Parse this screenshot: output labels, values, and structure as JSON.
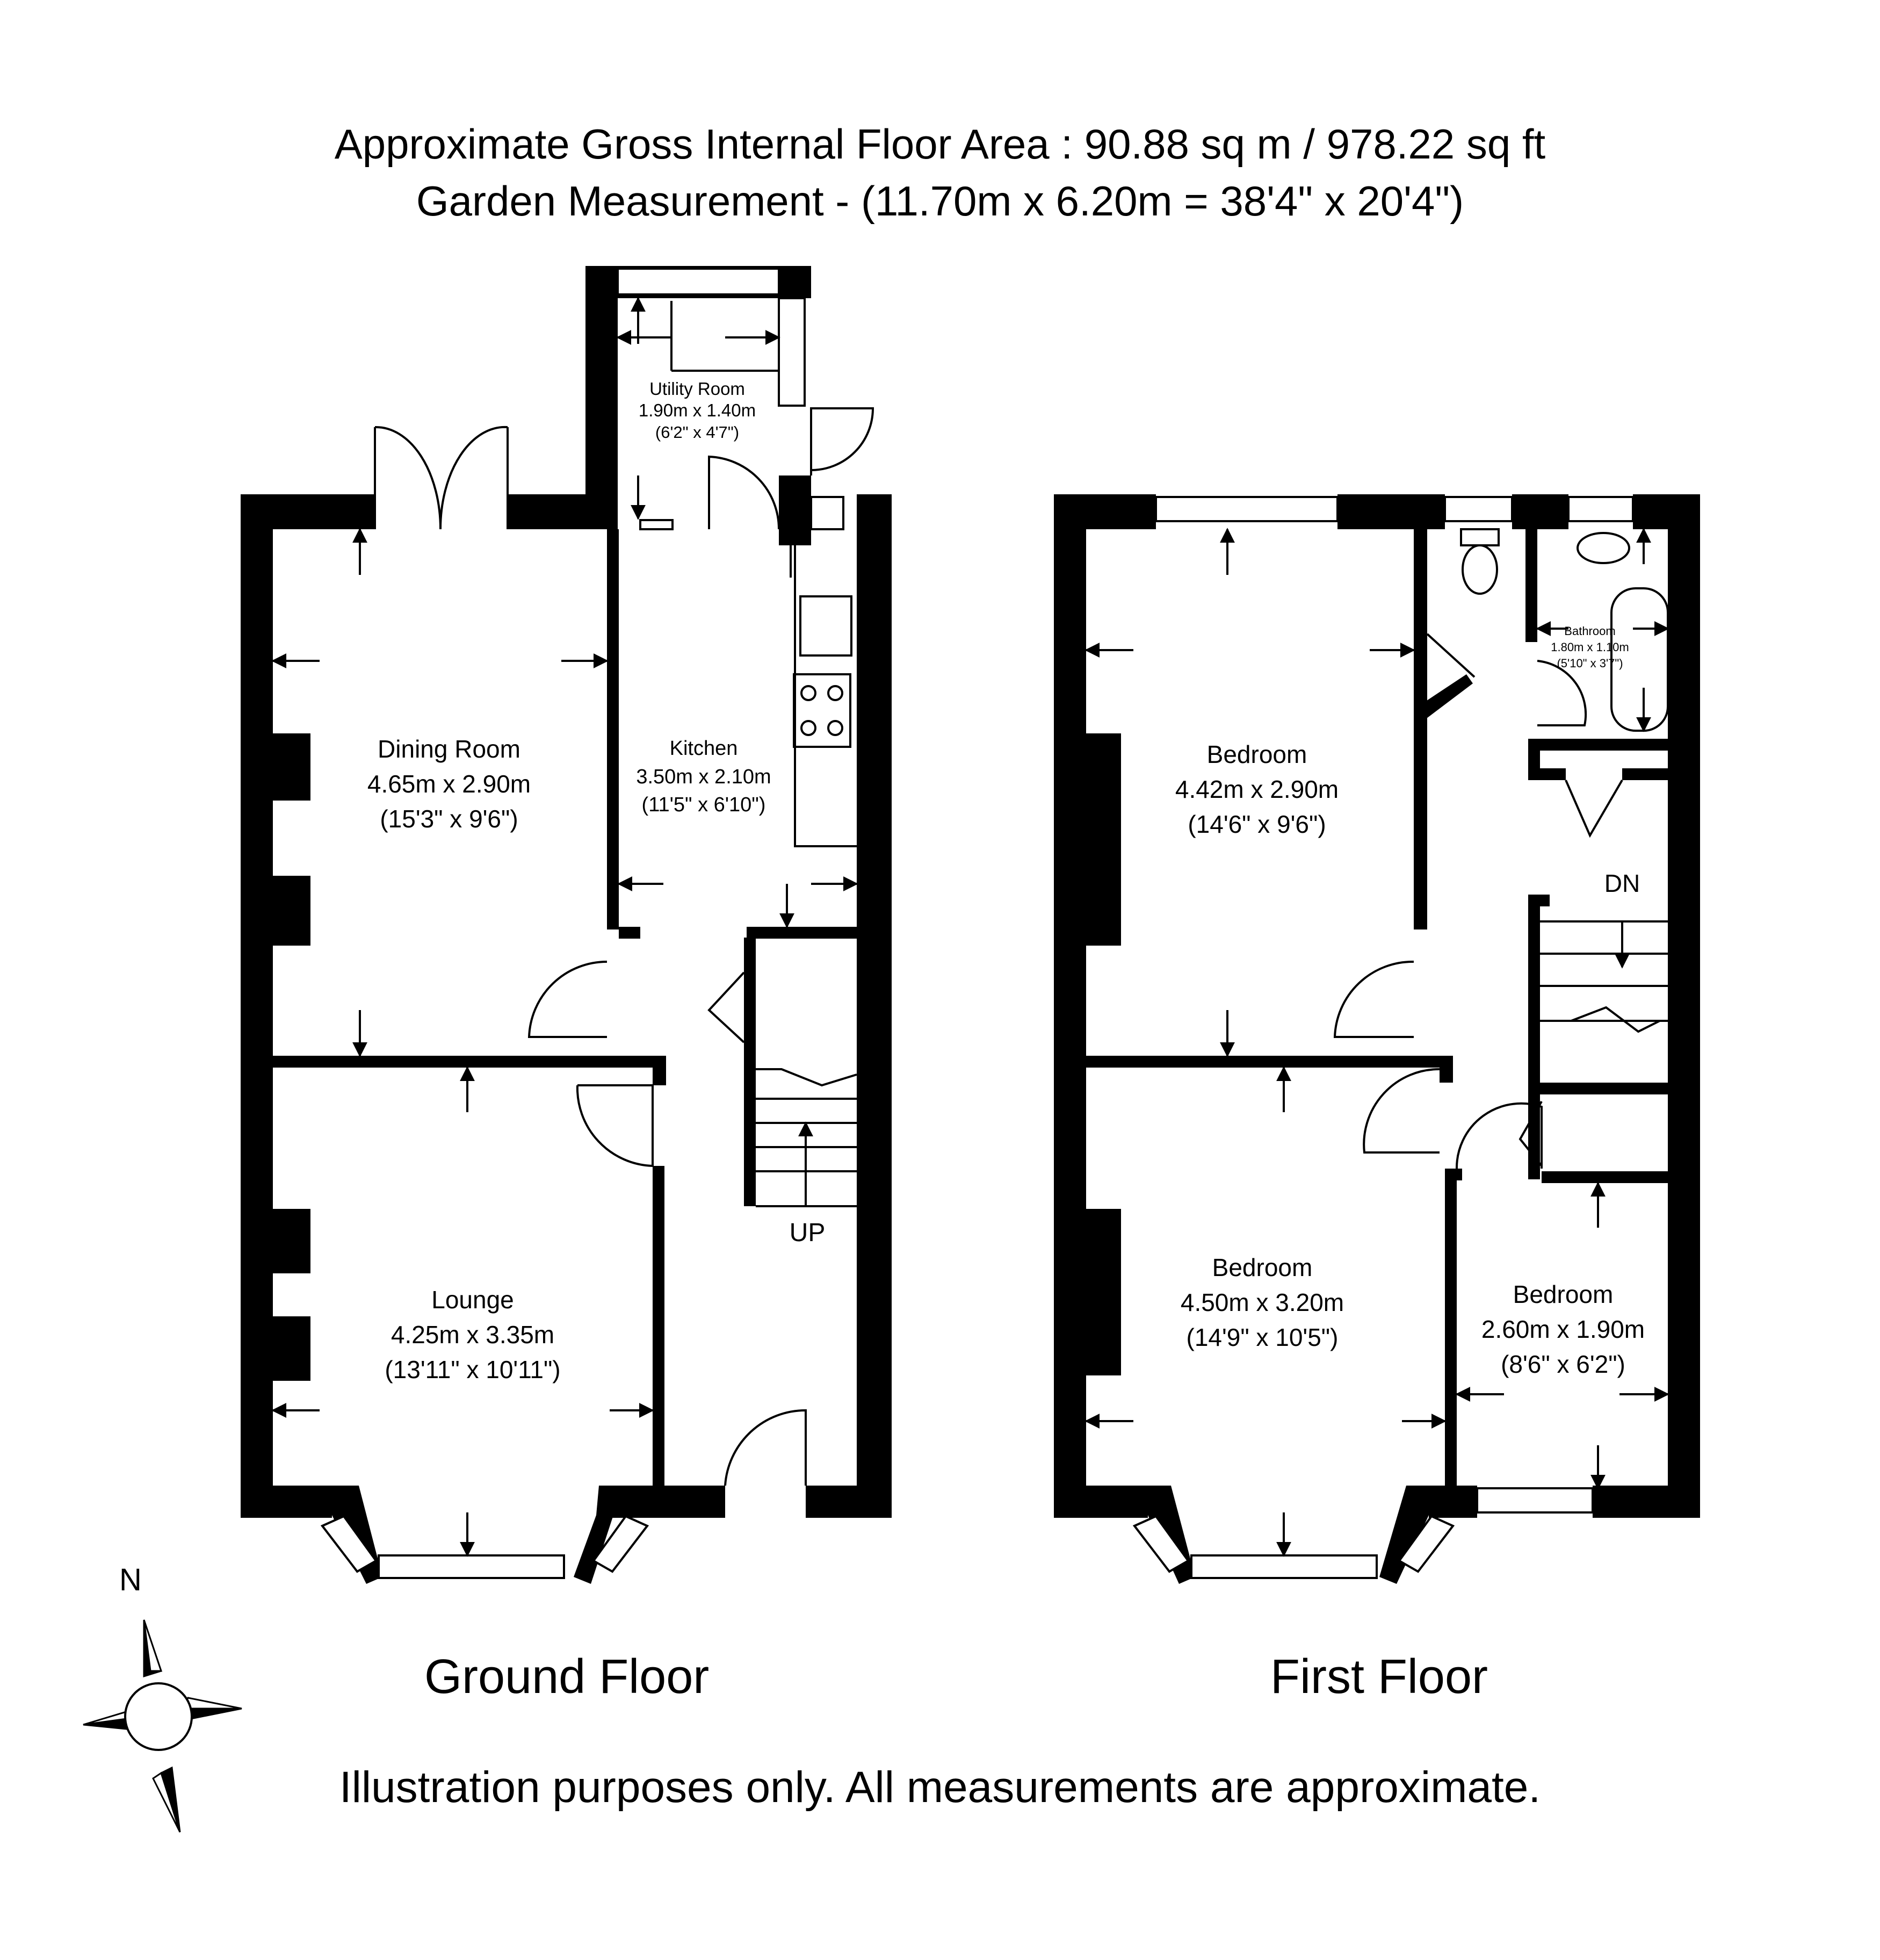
{
  "header": {
    "line1": "Approximate Gross Internal Floor Area : 90.88 sq m / 978.22 sq ft",
    "line2": "Garden Measurement - (11.70m x 6.20m = 38'4\" x 20'4\")"
  },
  "ground_floor": {
    "title": "Ground Floor",
    "rooms": {
      "utility": {
        "name": "Utility Room",
        "metric": "1.90m x 1.40m",
        "imperial": "(6'2\" x 4'7\")"
      },
      "dining": {
        "name": "Dining Room",
        "metric": "4.65m x 2.90m",
        "imperial": "(15'3\" x 9'6\")"
      },
      "kitchen": {
        "name": "Kitchen",
        "metric": "3.50m x 2.10m",
        "imperial": "(11'5\" x 6'10\")"
      },
      "lounge": {
        "name": "Lounge",
        "metric": "4.25m x 3.35m",
        "imperial": "(13'11\" x 10'11\")"
      }
    },
    "stairs_label": "UP"
  },
  "first_floor": {
    "title": "First Floor",
    "rooms": {
      "bedroom_rear": {
        "name": "Bedroom",
        "metric": "4.42m x 2.90m",
        "imperial": "(14'6\" x 9'6\")"
      },
      "bathroom": {
        "name": "Bathroom",
        "metric": "1.80m x 1.10m",
        "imperial": "(5'10\" x 3'7\")"
      },
      "bedroom_front": {
        "name": "Bedroom",
        "metric": "4.50m x 3.20m",
        "imperial": "(14'9\" x 10'5\")"
      },
      "bedroom_small": {
        "name": "Bedroom",
        "metric": "2.60m x 1.90m",
        "imperial": "(8'6\" x 6'2\")"
      }
    },
    "stairs_label": "DN"
  },
  "compass": {
    "label": "N"
  },
  "footer": {
    "disclaimer": "Illustration purposes only. All measurements are approximate."
  }
}
